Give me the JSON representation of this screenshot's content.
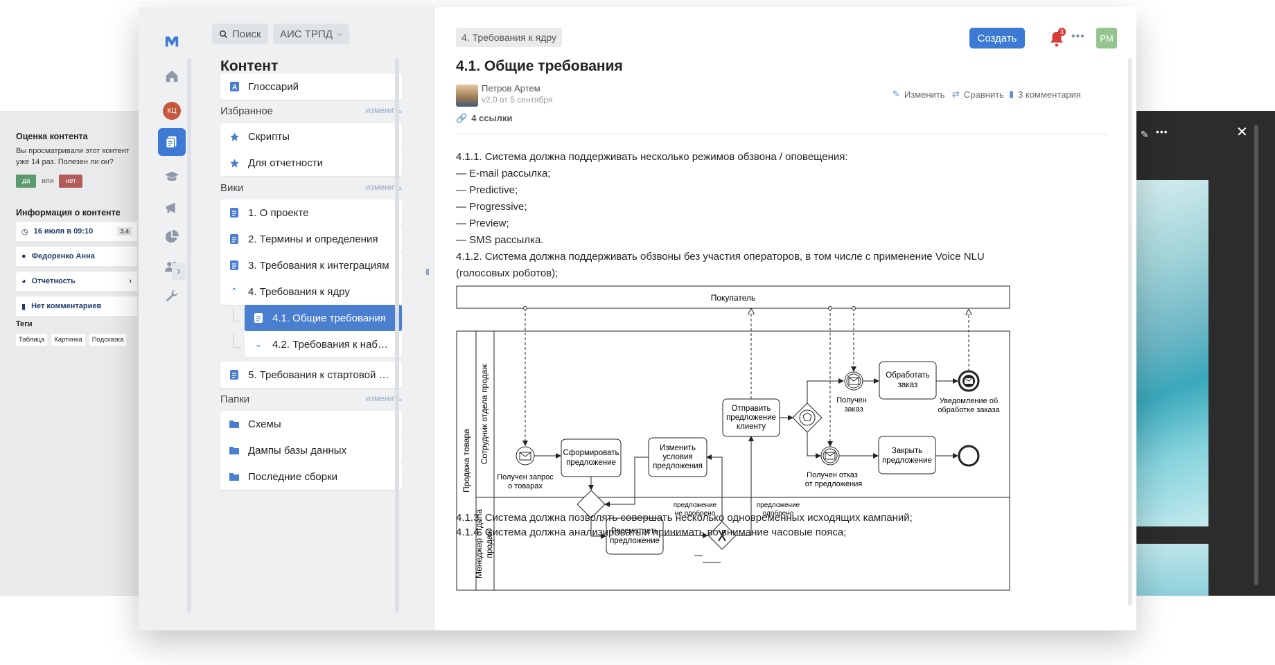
{
  "left_panel": {
    "rating_title": "Оценка контента",
    "rating_text_1": "Вы просматривали этот контент",
    "rating_text_2": "уже 14 раз. Полезен ли он?",
    "yes": "да",
    "or": "или",
    "no": "нет",
    "info_title": "Информация о контенте",
    "info_rows": [
      {
        "icon": "clock-icon",
        "label": "16 июля в 09:10",
        "badge": "3.4"
      },
      {
        "icon": "user-icon",
        "label": "Федоренко Анна"
      },
      {
        "icon": "pie-chart-icon",
        "label": "Отчетность"
      },
      {
        "icon": "comment-icon",
        "label": "Нет комментариев"
      }
    ],
    "tags_title": "Теги",
    "tags": [
      "Таблица",
      "Картинка",
      "Подсказка"
    ]
  },
  "rail": {
    "items": [
      "logo-icon",
      "home-icon",
      "user-avatar-kc",
      "content-icon",
      "education-icon",
      "megaphone-icon",
      "chart-icon",
      "team-icon",
      "wrench-icon"
    ],
    "user_initials": "КЦ"
  },
  "sidebar": {
    "search": "Поиск",
    "space": "АИС ТРПД",
    "heading": "Контент",
    "glossary": "Глоссарий",
    "favorites_title": "Избранное",
    "edit": "изменить",
    "favorites": [
      "Скрипты",
      "Для отчетности"
    ],
    "wiki_title": "Вики",
    "wiki": [
      "1. О проекте",
      "2. Термины и определения",
      "3. Требования к интеграциям",
      "4. Требования к ядру",
      "4.1. Общие требования",
      "4.2. Требования к наб…",
      "5. Требования к стартовой …"
    ],
    "folders_title": "Папки",
    "folders": [
      "Схемы",
      "Дампы базы данных",
      "Последние сборки"
    ]
  },
  "header": {
    "breadcrumb": "4. Требования к ядру",
    "create": "Создать",
    "notifications": "3",
    "user_initials": "РМ"
  },
  "article": {
    "title": "4.1. Общие требования",
    "author": "Петров Артем",
    "version": "v2.0 от 5 сентября",
    "edit": "Изменить",
    "compare": "Сравнить",
    "comments": "3 комментария",
    "links": "4 ссылки",
    "lines": [
      "4.1.1. Система должна поддерживать несколько режимов обзвона / оповещения:",
      "— E-mail рассылка;",
      "— Predictive;",
      "— Progressive;",
      "— Preview;",
      "— SMS рассылка.",
      "4.1.2. Система должна поддерживать обзвоны без участия операторов, в том числе с применение Voice NLU",
      "(голосовых роботов);"
    ],
    "after_lines": [
      "4.1.3. Система должна позволять совершать несколько одновременных исходящих кампаний;",
      "4.1.4. Система должна анализировать и принимать во внимание часовые пояса;"
    ]
  },
  "diagram": {
    "pool_top": "Покупатель",
    "pool": "Продажа товара",
    "lane1": "Сотрудник отдела продаж",
    "lane2_a": "Менеджер отдела",
    "lane2_b": "продаж",
    "ev_start_1": "Получен запрос",
    "ev_start_2": "о товарах",
    "t_form_1": "Сформировать",
    "t_form_2": "предложение",
    "t_change_1": "Изменить",
    "t_change_2": "условия",
    "t_change_3": "предложения",
    "t_send_1": "Отправить",
    "t_send_2": "предложение",
    "t_send_3": "клиенту",
    "ev_order_1": "Получен",
    "ev_order_2": "заказ",
    "t_process_1": "Обработать",
    "t_process_2": "заказ",
    "ev_notify_1": "Уведомление об",
    "ev_notify_2": "обработке заказа",
    "ev_reject_1": "Получен отказ",
    "ev_reject_2": "от предложения",
    "t_close_1": "Закрыть",
    "t_close_2": "предложение",
    "t_review_1": "Рассмотреть",
    "t_review_2": "предложение",
    "lbl_no_1": "предложение",
    "lbl_no_2": "не одобрено",
    "lbl_yes_1": "предложение",
    "lbl_yes_2": "одобрено"
  }
}
